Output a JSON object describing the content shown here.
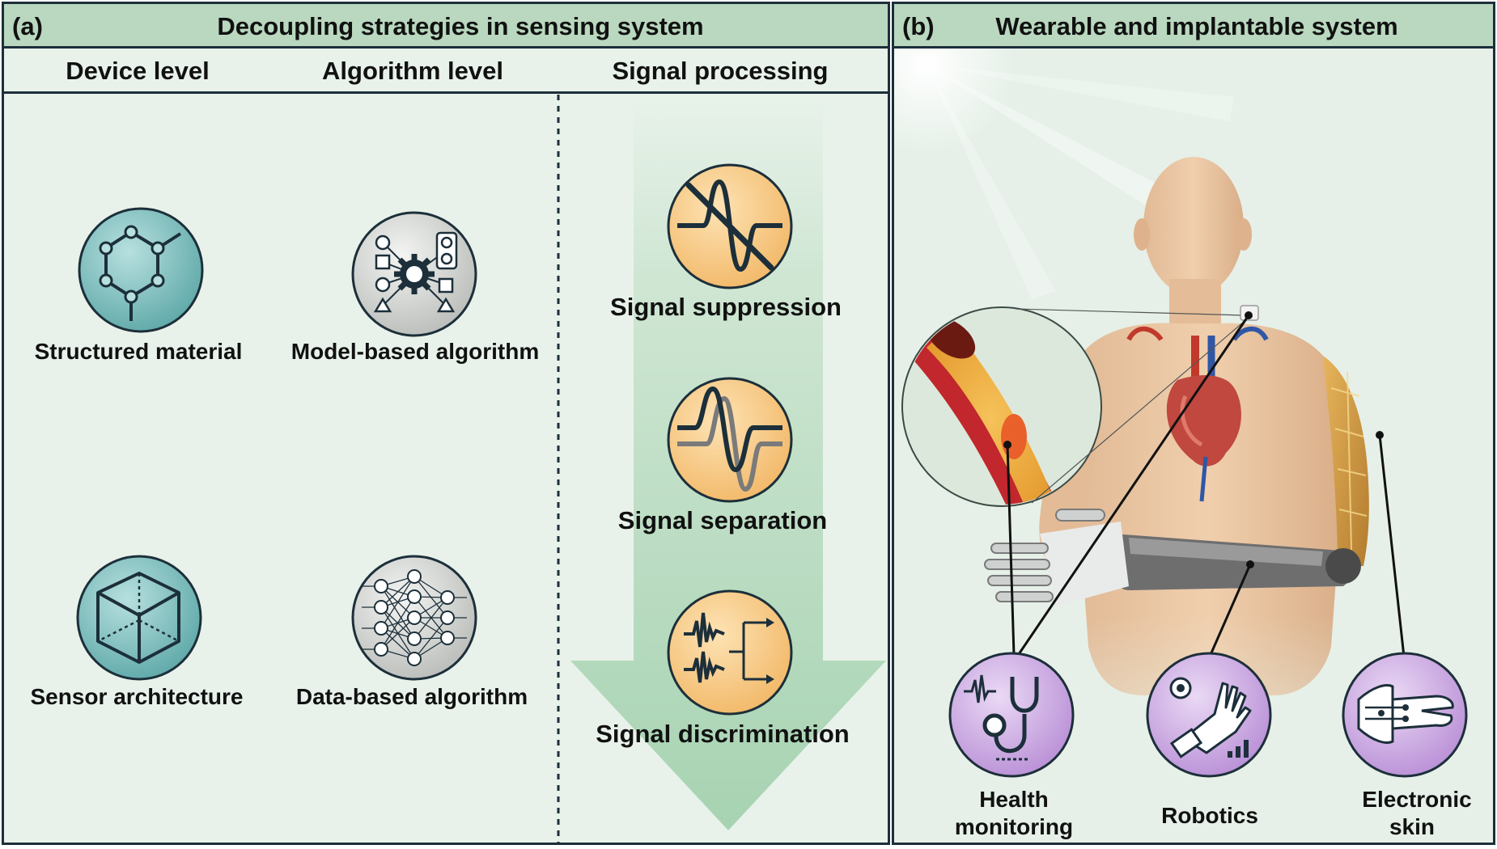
{
  "panel_a": {
    "label": "(a)",
    "title": "Decoupling strategies in sensing system",
    "columns": [
      "Device level",
      "Algorithm level",
      "Signal processing"
    ],
    "items": {
      "structured_material": "Structured material",
      "model_based": "Model-based algorithm",
      "sensor_architecture": "Sensor architecture",
      "data_based": "Data-based algorithm",
      "suppression": "Signal suppression",
      "separation": "Signal separation",
      "discrimination": "Signal discrimination"
    }
  },
  "panel_b": {
    "label": "(b)",
    "title": "Wearable and implantable system",
    "apps": {
      "health_1": "Health",
      "health_2": "monitoring",
      "robotics": "Robotics",
      "eskin_1": "Electronic",
      "eskin_2": "skin"
    }
  },
  "colors": {
    "frame": "#1c2f3a",
    "header_bg": "#b9d8bf",
    "panel_bg": "#e8f2ea",
    "teal_icon": "#6fb3b3",
    "grey_icon": "#d9dbd8",
    "orange_icon": "#f7c77a",
    "purple_icon": "#c9a8e0",
    "arrow": "#a9d3b3"
  }
}
